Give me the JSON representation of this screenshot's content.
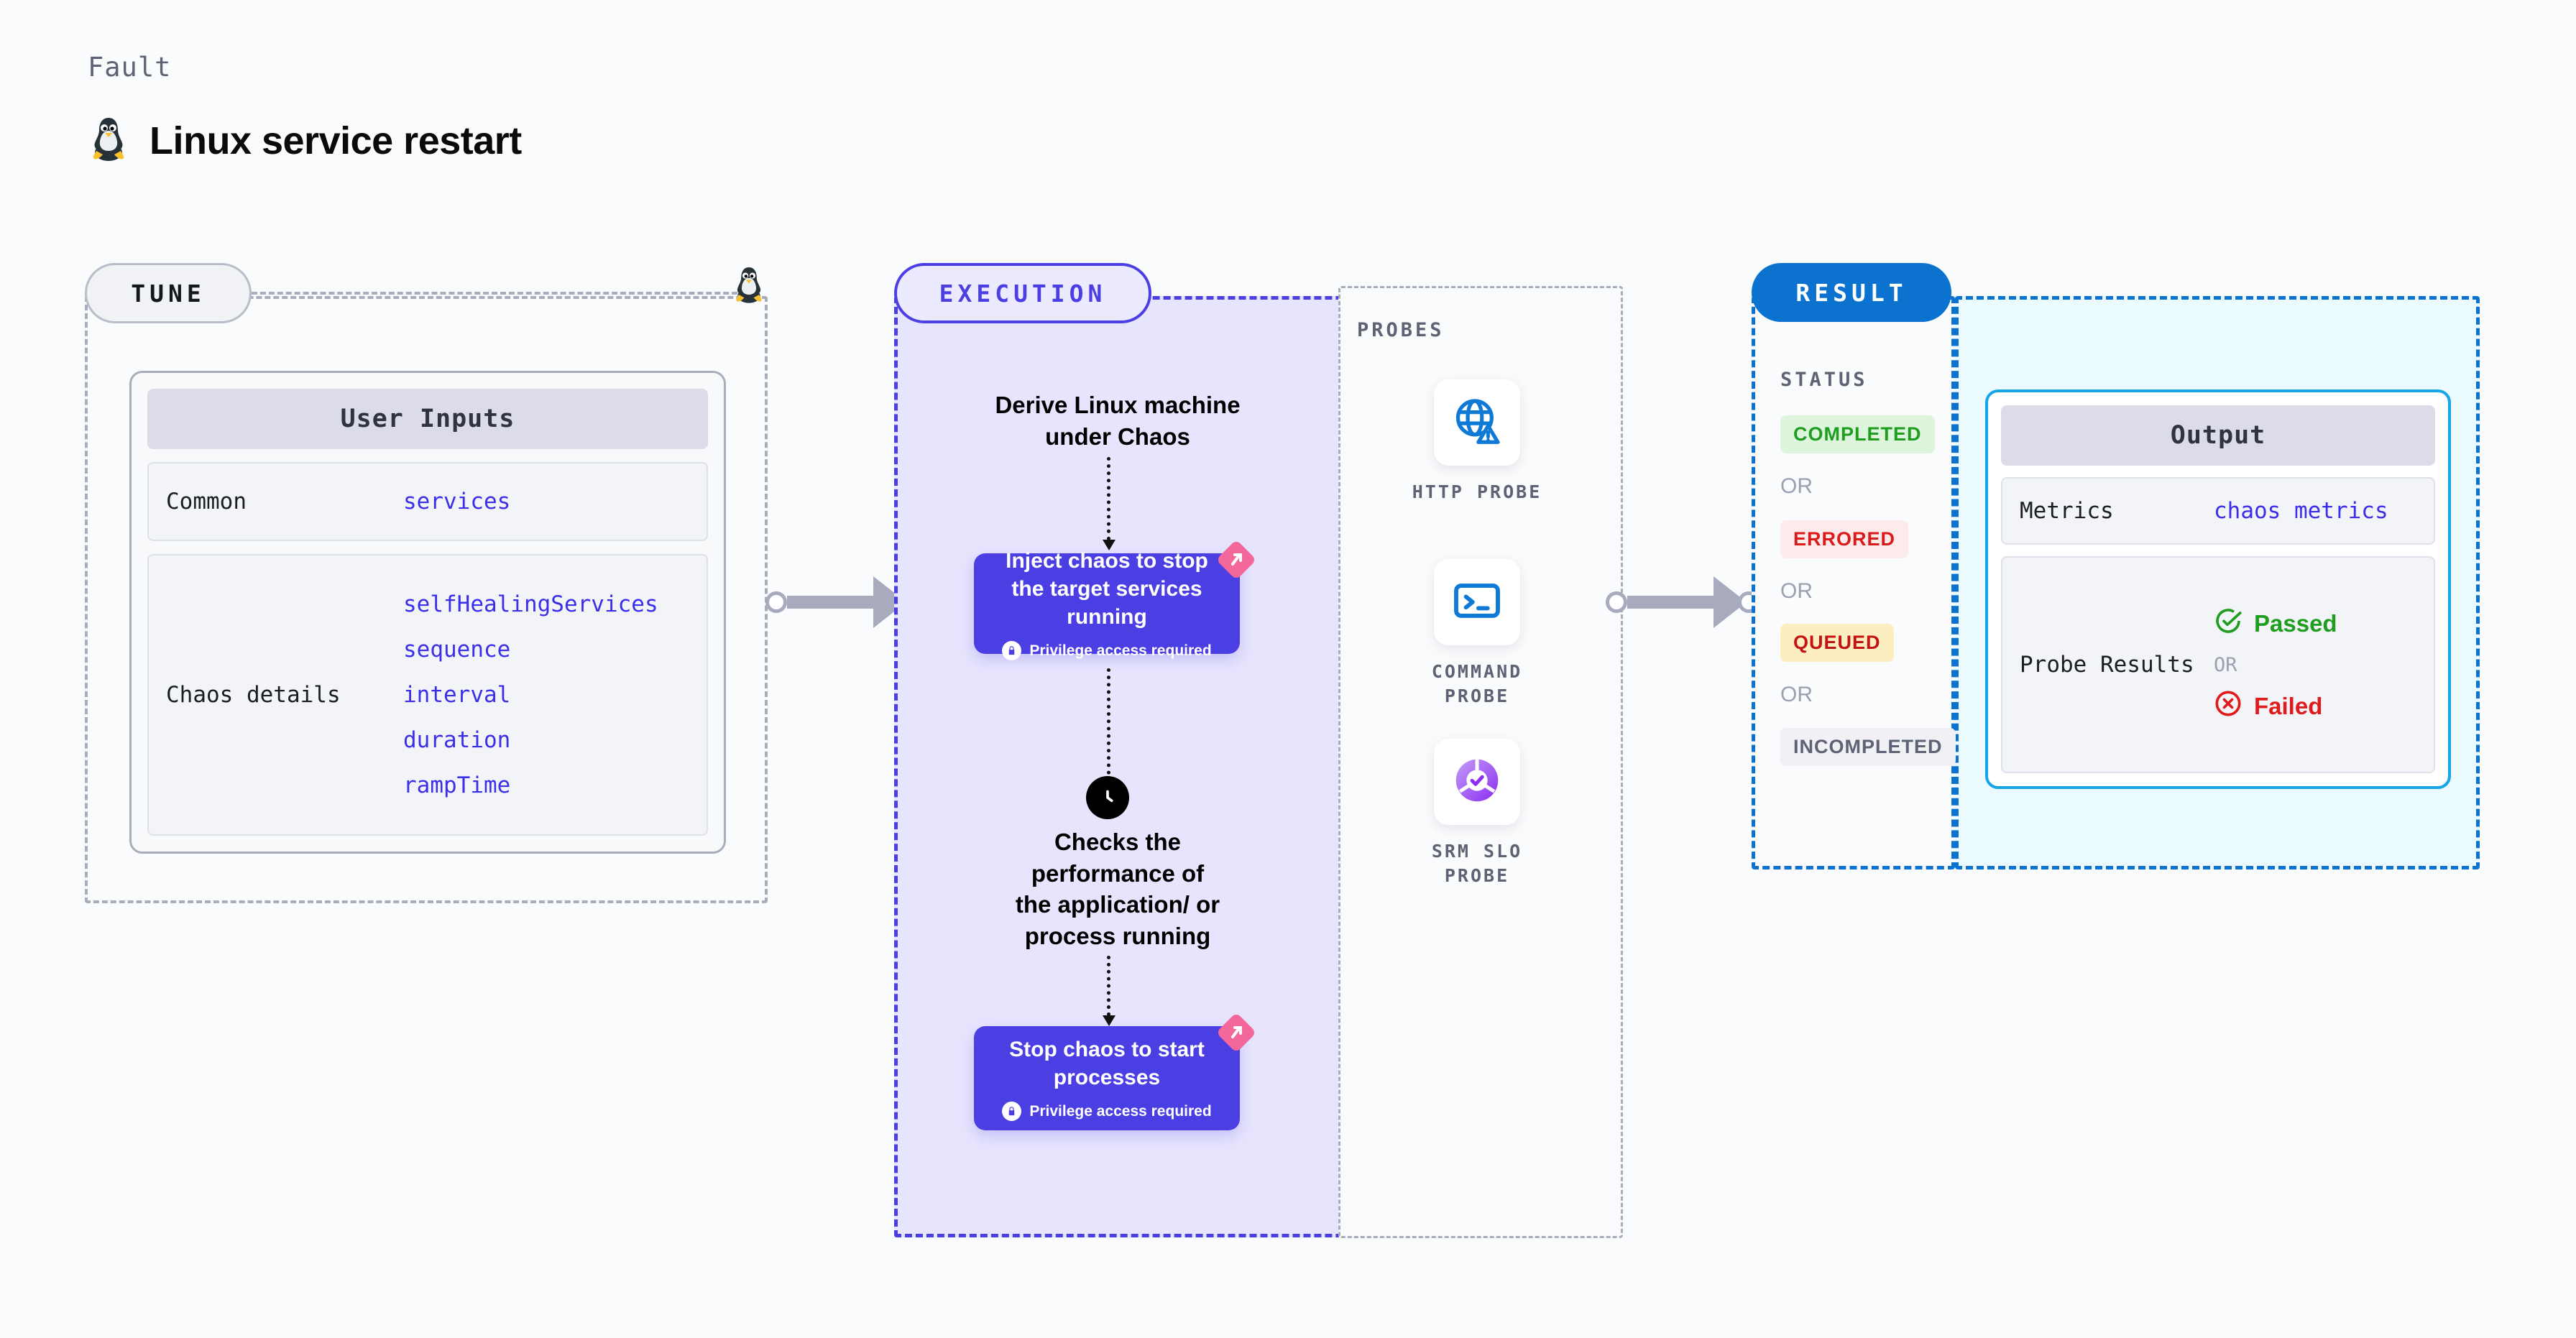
{
  "header": {
    "kicker": "Fault",
    "title": "Linux service restart",
    "icon": "tux-penguin-icon"
  },
  "tune": {
    "pill_label": "TUNE",
    "card_title": "User Inputs",
    "rows": [
      {
        "key": "Common",
        "values": [
          "services"
        ]
      },
      {
        "key": "Chaos details",
        "values": [
          "selfHealingServices",
          "sequence",
          "interval",
          "duration",
          "rampTime"
        ]
      }
    ]
  },
  "execution": {
    "pill_label": "EXECUTION",
    "step1": "Derive Linux machine\nunder Chaos",
    "card1": {
      "title": "Inject chaos to stop the target services running",
      "note": "Privilege access required"
    },
    "step2": "Checks the\nperformance of\nthe application/ or\nprocess running",
    "card2": {
      "title": "Stop chaos to start processes",
      "note": "Privilege access required"
    }
  },
  "probes": {
    "section_label": "PROBES",
    "items": [
      {
        "caption": "HTTP PROBE",
        "icon": "globe-warning-icon"
      },
      {
        "caption": "COMMAND PROBE",
        "icon": "terminal-icon"
      },
      {
        "caption": "SRM SLO PROBE",
        "icon": "slo-donut-check-icon"
      }
    ]
  },
  "result": {
    "pill_label": "RESULT",
    "status_label": "STATUS",
    "or_label": "OR",
    "statuses": [
      {
        "label": "COMPLETED",
        "fg": "#1f9d1f",
        "bg": "#dcf5dc"
      },
      {
        "label": "ERRORED",
        "fg": "#d91b1b",
        "bg": "#fdeaea"
      },
      {
        "label": "QUEUED",
        "fg": "#c21414",
        "bg": "#fdeec2"
      },
      {
        "label": "INCOMPLETED",
        "fg": "#5d6374",
        "bg": "#f0f0f5"
      }
    ],
    "output": {
      "title": "Output",
      "metrics_key": "Metrics",
      "metrics_value": "chaos metrics",
      "probe_key": "Probe Results",
      "passed": "Passed",
      "failed": "Failed",
      "or_label": "OR"
    }
  },
  "colors": {
    "accent_purple": "#4b3fe4",
    "accent_blue": "#0b72d0",
    "accent_cyan": "#16a6e8",
    "chaos_pink": "#f4679b",
    "page_bg": "#fafbfc"
  }
}
